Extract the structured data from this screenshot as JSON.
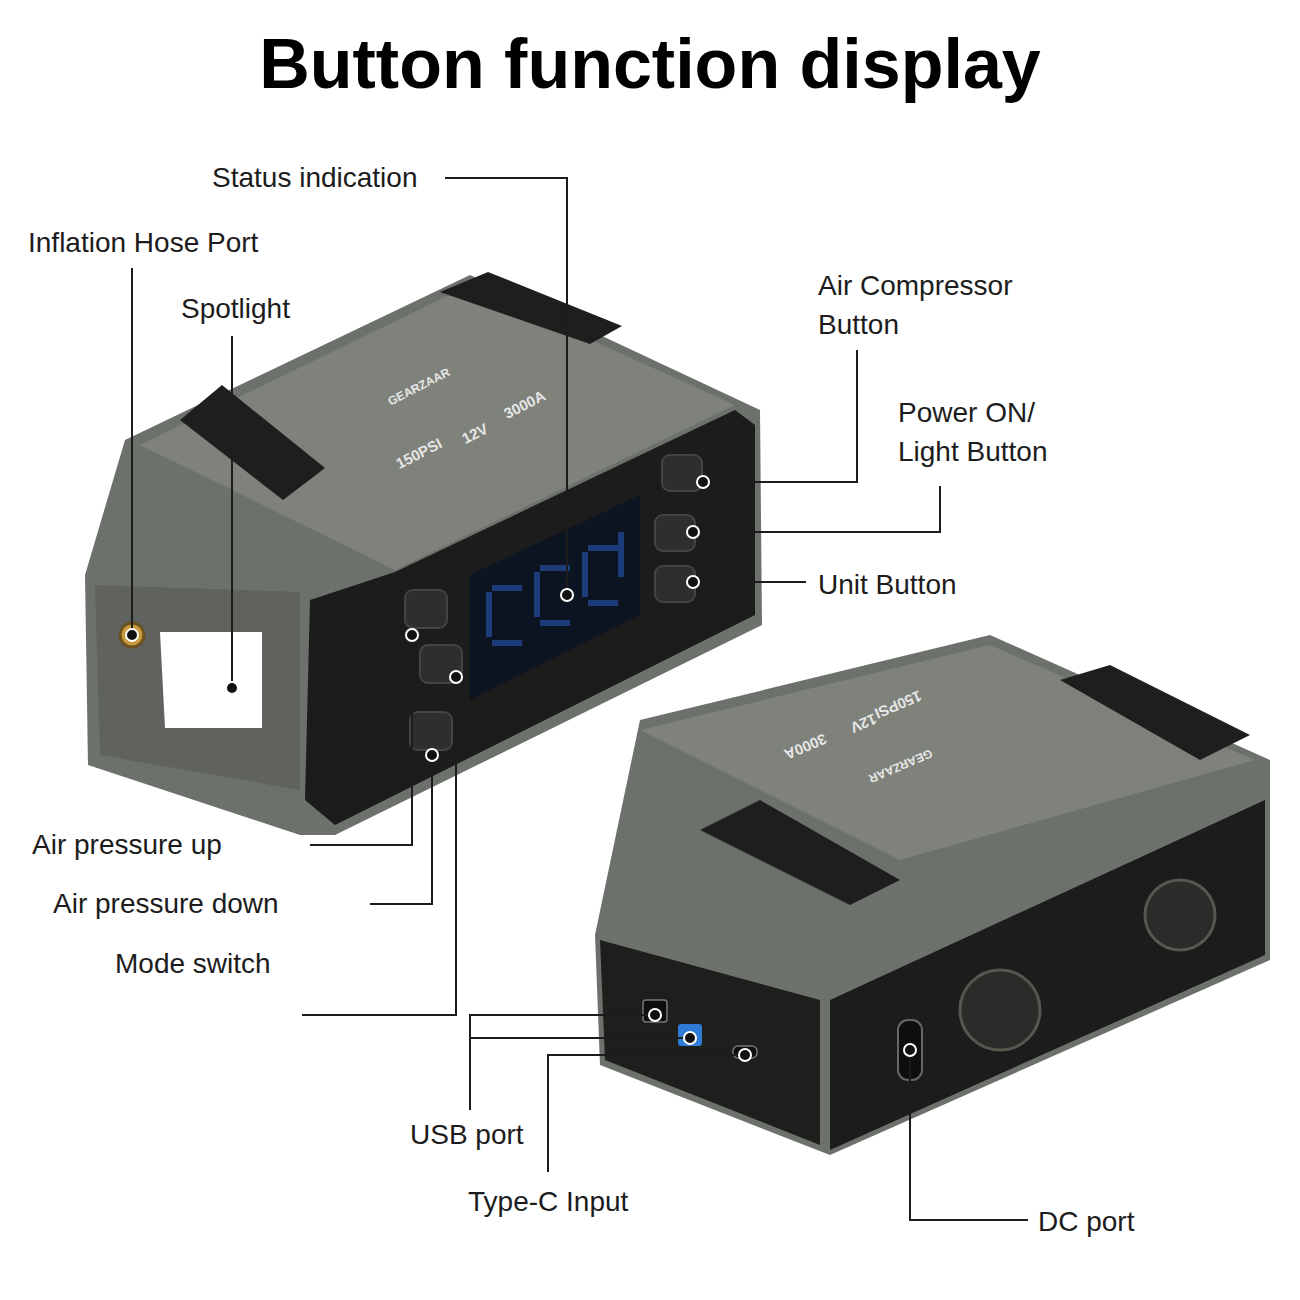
{
  "diagram": {
    "title": "Button function display",
    "labels": [
      "Status indication",
      "Inflation Hose Port",
      "Spotlight",
      "Air Compressor Button",
      "Power ON/ Light Button",
      "Unit Button",
      "Air pressure up",
      "Air pressure down",
      "Mode switch",
      "USB port",
      "Type-C Input",
      "DC port",
      "GEARZAAR",
      "150PSI",
      "12V",
      "3000A",
      "GEARZAAR",
      "150PSI",
      "12V",
      "3000A"
    ]
  }
}
